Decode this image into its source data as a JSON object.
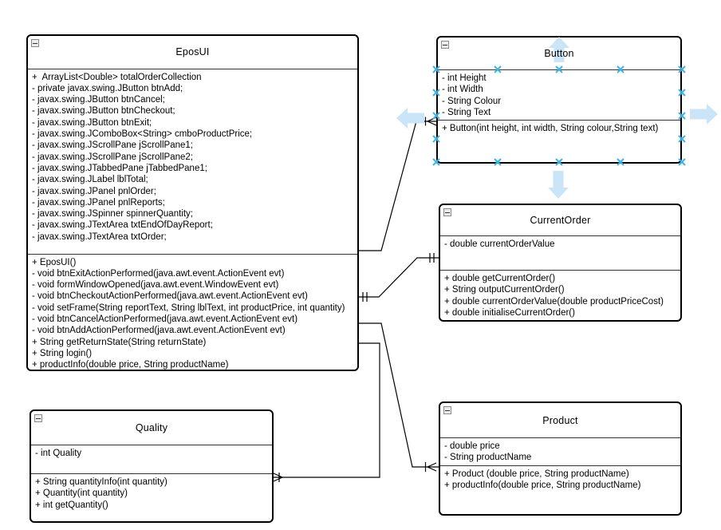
{
  "diagram": {
    "classes": [
      {
        "name": "EposUI",
        "fields": [
          "+  ArrayList<Double> totalOrderCollection",
          "- private javax.swing.JButton btnAdd;",
          "- javax.swing.JButton btnCancel;",
          "- javax.swing.JButton btnCheckout;",
          "- javax.swing.JButton btnExit;",
          "- javax.swing.JComboBox<String> cmboProductPrice;",
          "- javax.swing.JScrollPane jScrollPane1;",
          "- javax.swing.JScrollPane jScrollPane2;",
          "- javax.swing.JTabbedPane jTabbedPane1;",
          "- javax.swing.JLabel lblTotal;",
          "- javax.swing.JPanel pnlOrder;",
          "- javax.swing.JPanel pnlReports;",
          "- javax.swing.JSpinner spinnerQuantity;",
          "- javax.swing.JTextArea txtEndOfDayReport;",
          "- javax.swing.JTextArea txtOrder;"
        ],
        "methods": [
          "+ EposUI()",
          "- void btnExitActionPerformed(java.awt.event.ActionEvent evt)",
          "- void formWindowOpened(java.awt.event.WindowEvent evt)",
          "- void btnCheckoutActionPerformed(java.awt.event.ActionEvent evt)",
          "- void setFrame(String reportText, String lblText, int productPrice, int quantity)",
          "- void btnCancelActionPerformed(java.awt.event.ActionEvent evt)",
          "- void btnAddActionPerformed(java.awt.event.ActionEvent evt)",
          "+ String getReturnState(String returnState)",
          "+ String login()",
          "+ productInfo(double price, String productName)"
        ]
      },
      {
        "name": "Button",
        "fields": [
          "- int Height",
          "- int Width",
          "- String Colour",
          "- String Text"
        ],
        "methods": [
          "+ Button(int height, int width, String colour,String text)"
        ],
        "state": "hovered-selected"
      },
      {
        "name": "CurrentOrder",
        "fields": [
          "- double currentOrderValue"
        ],
        "methods": [
          "+ double getCurrentOrder()",
          "+ String outputCurrentOrder()",
          "+ double currentOrderValue(double productPriceCost)",
          "+ double initialiseCurrentOrder()"
        ]
      },
      {
        "name": "Quality",
        "fields": [
          "- int Quality"
        ],
        "methods": [
          "+ String quantityInfo(int quantity)",
          "+ Quantity(int quantity)",
          "+ int getQuantity()"
        ]
      },
      {
        "name": "Product",
        "fields": [
          "- double price",
          "- String productName"
        ],
        "methods": [
          "+ Product (double price, String productName)",
          "+ productInfo(double price, String productName)"
        ]
      }
    ],
    "relationships": [
      {
        "from": "EposUI",
        "to": "Button",
        "end_marker": "crow-foot-with-tick"
      },
      {
        "from": "EposUI",
        "to": "CurrentOrder",
        "start_marker": "double-tick",
        "end_marker": "double-tick"
      },
      {
        "from": "EposUI",
        "to": "Product",
        "end_marker": "crow-foot-with-tick"
      },
      {
        "from": "EposUI",
        "to": "Quality",
        "end_marker": "crow-foot-with-tick"
      }
    ],
    "ui": {
      "collapse_icon": "minus-square",
      "connection_point_color": "#35b5ee",
      "direction_arrow_color": "#cbe5f8",
      "box_border_color": "#000000",
      "box_fill_color": "#ffffff",
      "canvas_color": "#ffffff"
    }
  }
}
